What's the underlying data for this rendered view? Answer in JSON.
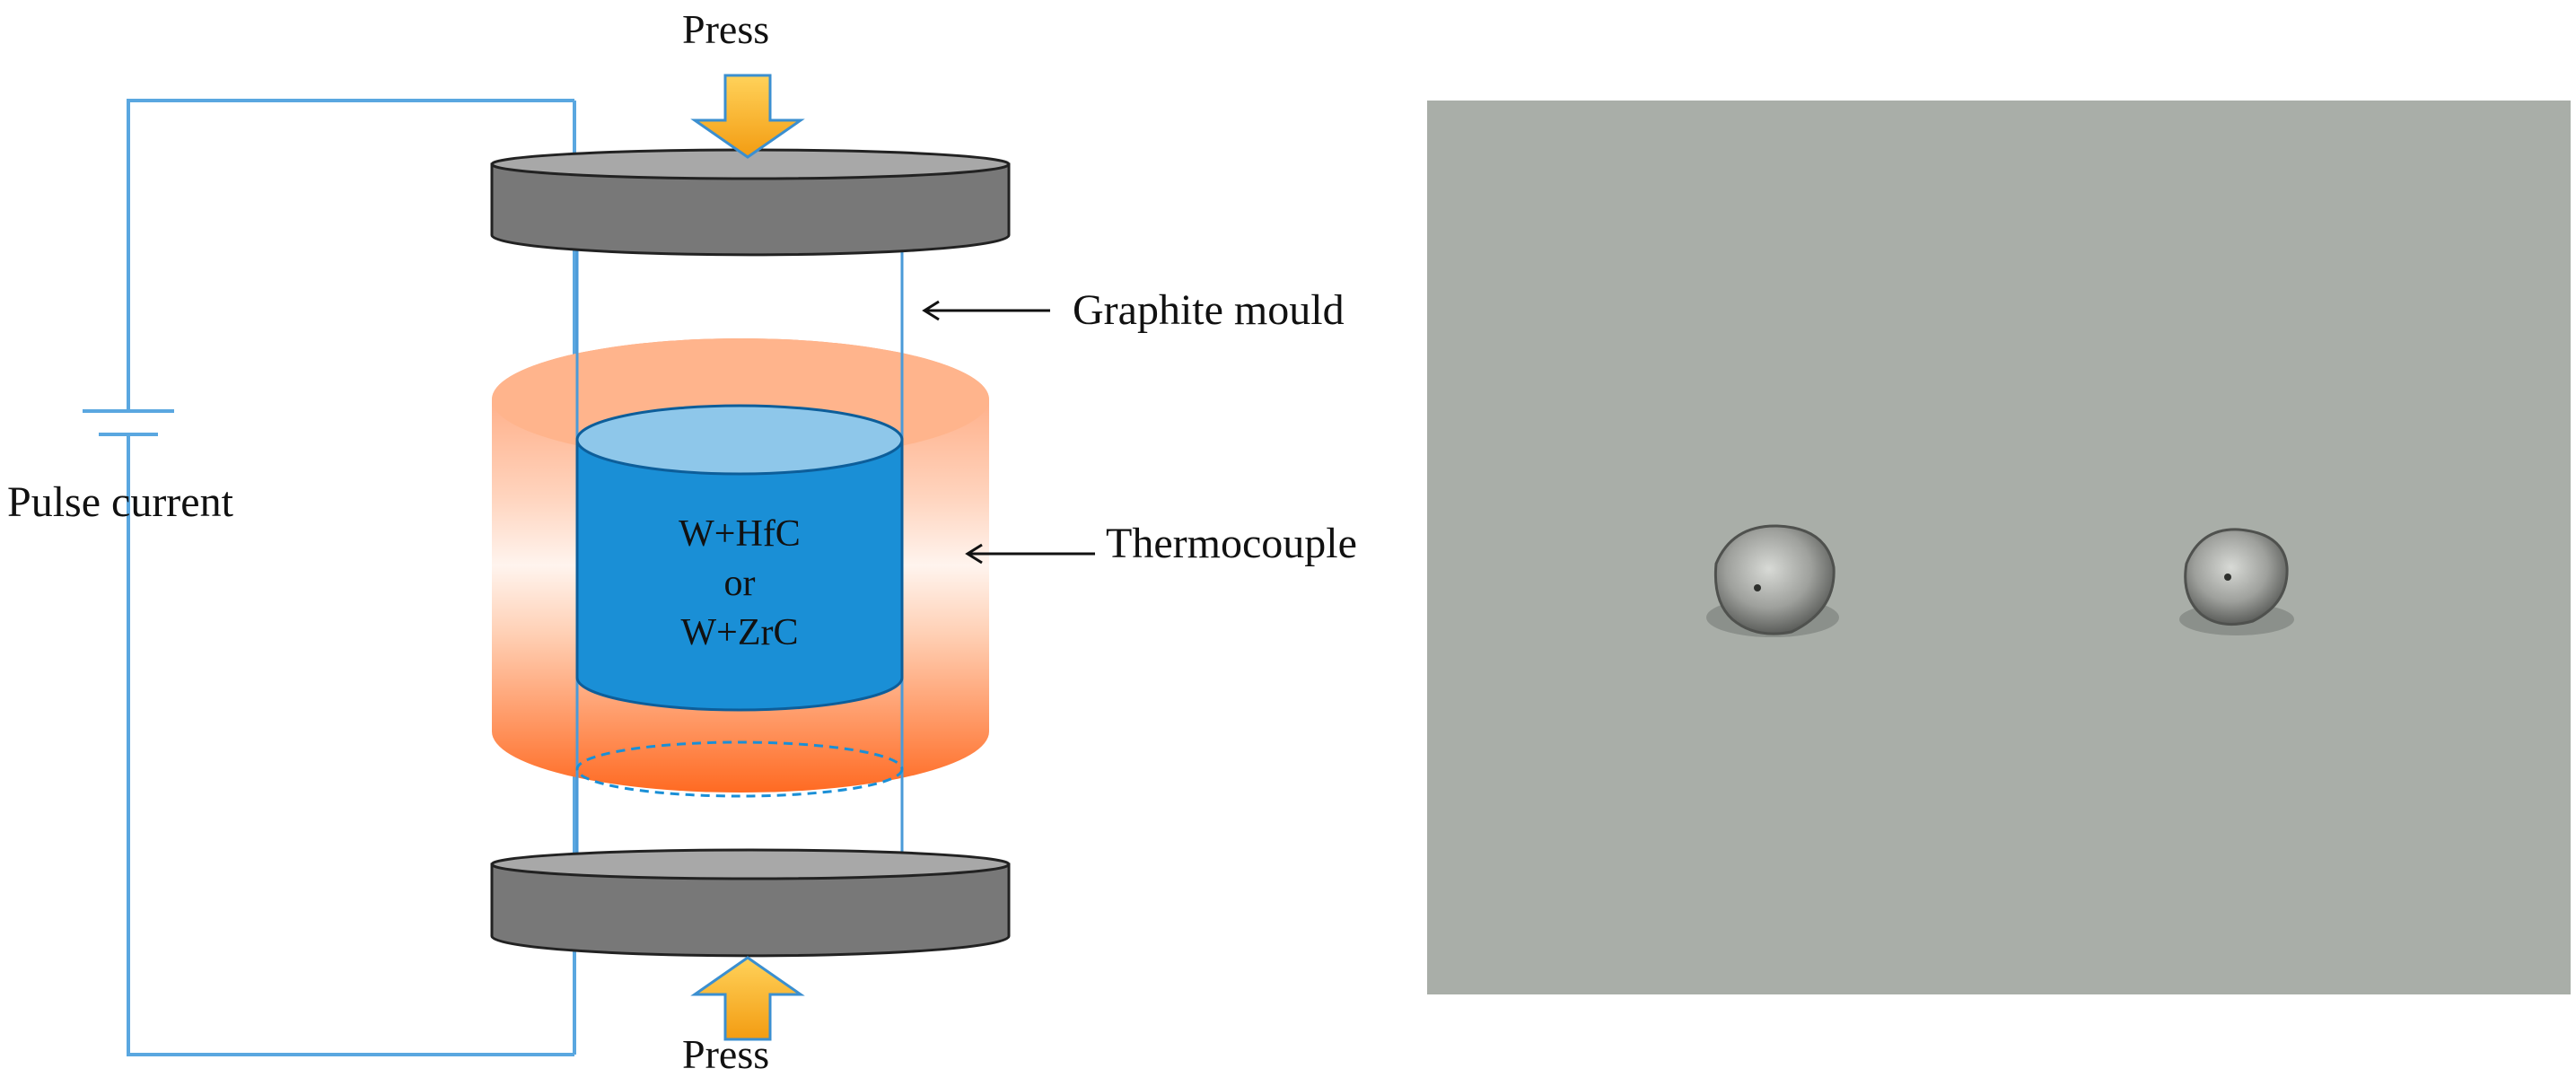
{
  "labels": {
    "press_top": "Press",
    "press_bottom": "Press",
    "graphite_mould": "Graphite mould",
    "thermocouple": "Thermocouple",
    "pulse_current": "Pulse current",
    "sample_line1": "W+HfC",
    "sample_line2": "or",
    "sample_line3": "W+ZrC"
  },
  "colors": {
    "wire": "#5aa7e0",
    "plate_fill": "#7a7a7a",
    "plate_top": "#a4a4a4",
    "arrow_fill": "#f6b21a",
    "arrow_stroke": "#3b8fd0",
    "heater_outer": "#ff7a3a",
    "heater_light": "#fff1e9",
    "sample_blue": "#1a8fd6",
    "sample_top": "#8ec7ea",
    "photo_bg": "#a9aea8"
  },
  "photo": {
    "description_icon": "sample-photo-two-pellets"
  }
}
